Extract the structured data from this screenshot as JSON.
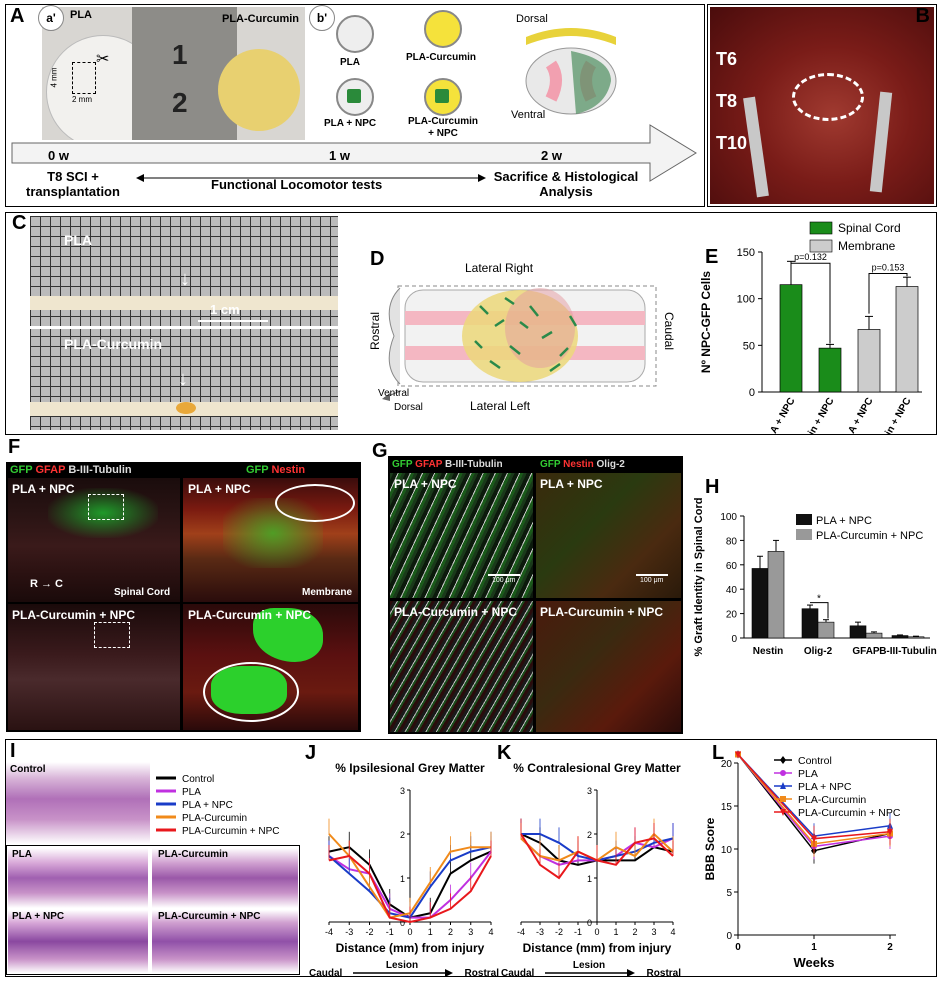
{
  "panelA": {
    "label": "A",
    "sub_a": "a'",
    "sub_b": "b'",
    "pla_photo_label": "PLA",
    "plac_photo_label": "PLA-Curcumin",
    "dim_h": "4 mm",
    "dim_w": "2 mm",
    "ruler_1": "1",
    "ruler_2": "2",
    "disks": [
      "PLA",
      "PLA-Curcumin",
      "PLA + NPC",
      "PLA-Curcumin + NPC"
    ],
    "dorsal": "Dorsal",
    "ventral": "Ventral",
    "timeline": [
      "0 w",
      "1 w",
      "2 w"
    ],
    "t0": "T8 SCI + transplantation",
    "t1": "Functional Locomotor tests",
    "t2": "Sacrifice & Histological Analysis"
  },
  "panelB": {
    "label": "B",
    "levels": [
      "T6",
      "T8",
      "T10"
    ]
  },
  "panelC": {
    "label": "C",
    "top": "PLA",
    "bottom": "PLA-Curcumin",
    "scale": "1 cm"
  },
  "panelD": {
    "label": "D",
    "top": "Lateral Right",
    "bottom": "Lateral Left",
    "left": "Rostral",
    "right": "Caudal",
    "ventral": "Ventral",
    "dorsal": "Dorsal"
  },
  "panelE": {
    "label": "E",
    "legend": [
      "Spinal Cord",
      "Membrane"
    ],
    "p1": "p=0.132",
    "p2": "p=0.153",
    "ylabel": "Nº NPC-GFP Cells",
    "yticks": [
      "0",
      "50",
      "100",
      "150"
    ],
    "xcats": [
      "PLA + NPC",
      "PLA-Curcumin + NPC",
      "PLA + NPC",
      "PLA-Curcumin + NPC"
    ]
  },
  "panelF": {
    "label": "F",
    "h1_gfp": "GFP",
    "h1_gfap": "GFAP",
    "h1_tub": "B-III-Tubulin",
    "h2_gfp": "GFP",
    "h2_nes": "Nestin",
    "tl": "PLA + NPC",
    "tr": "PLA + NPC",
    "bl": "PLA-Curcumin + NPC",
    "br": "PLA-Curcumin + NPC",
    "rc": "R → C",
    "sc": "Spinal Cord",
    "mem": "Membrane"
  },
  "panelG": {
    "label": "G",
    "h1_gfp": "GFP",
    "h1_gfap": "GFAP",
    "h1_tub": "B-III-Tubulin",
    "h2_gfp": "GFP",
    "h2_nes": "Nestin",
    "h2_olig": "Olig-2",
    "tl": "PLA + NPC",
    "tr": "PLA + NPC",
    "bl": "PLA-Curcumin + NPC",
    "br": "PLA-Curcumin + NPC",
    "scale": "100 μm"
  },
  "panelH": {
    "label": "H",
    "legend": [
      "PLA + NPC",
      "PLA-Curcumin + NPC"
    ],
    "ylabel": "% Graft Identity in Spinal Cord",
    "yticks": [
      "0",
      "20",
      "40",
      "60",
      "80",
      "100"
    ],
    "xcats": [
      "Nestin",
      "Olig-2",
      "GFAP",
      "B-III-Tubulin"
    ]
  },
  "panelI": {
    "label": "I",
    "photos": [
      "Control",
      "PLA",
      "PLA-Curcumin",
      "PLA + NPC",
      "PLA-Curcumin + NPC"
    ],
    "legend": [
      "Control",
      "PLA",
      "PLA + NPC",
      "PLA-Curcumin",
      "PLA-Curcumin + NPC"
    ]
  },
  "panelJ": {
    "label": "J",
    "title": "% Ipsilesional Grey Matter",
    "xlabel": "Distance (mm) from injury",
    "caudal": "Caudal",
    "lesion": "Lesion",
    "rostral": "Rostral"
  },
  "panelK": {
    "label": "K",
    "title": "% Contralesional Grey Matter",
    "xlabel": "Distance (mm) from injury",
    "caudal": "Caudal",
    "lesion": "Lesion",
    "rostral": "Rostral"
  },
  "panelL": {
    "label": "L",
    "ylabel": "BBB Score",
    "xlabel": "Weeks",
    "legend": [
      "Control",
      "PLA",
      "PLA + NPC",
      "PLA-Curcumin",
      "PLA-Curcumin + NPC"
    ]
  },
  "colors": {
    "control": "#000000",
    "pla": "#c030e0",
    "pla_npc": "#1a3cc8",
    "plac": "#f08a1a",
    "plac_npc": "#e8181c",
    "green": "#1a8c1a",
    "grey": "#cccccc"
  },
  "chart_data": [
    {
      "type": "bar",
      "categories": [
        "PLA + NPC",
        "PLA-Curcumin + NPC",
        "PLA + NPC",
        "PLA-Curcumin + NPC"
      ],
      "series": [
        {
          "name": "Spinal Cord",
          "values": [
            115,
            47,
            null,
            null
          ],
          "err": [
            25,
            4,
            null,
            null
          ]
        },
        {
          "name": "Membrane",
          "values": [
            null,
            null,
            67,
            113
          ],
          "err": [
            null,
            null,
            14,
            10
          ]
        }
      ],
      "ylabel": "Nº NPC-GFP Cells",
      "ylim": [
        0,
        150
      ]
    },
    {
      "type": "bar",
      "categories": [
        "Nestin",
        "Olig-2",
        "GFAP",
        "B-III-Tubulin"
      ],
      "series": [
        {
          "name": "PLA + NPC",
          "values": [
            57,
            24,
            10,
            2
          ],
          "err": [
            10,
            3,
            3,
            0.5
          ]
        },
        {
          "name": "PLA-Curcumin + NPC",
          "values": [
            71,
            13,
            4,
            1
          ],
          "err": [
            9,
            2,
            1,
            0.5
          ]
        }
      ],
      "ylabel": "% Graft Identity in Spinal Cord",
      "ylim": [
        0,
        100
      ]
    },
    {
      "type": "line",
      "title": "% Ipsilesional Grey Matter",
      "x": [
        -4,
        -3,
        -2,
        -1,
        0,
        1,
        2,
        3,
        4
      ],
      "series": [
        {
          "name": "Control",
          "values": [
            1.6,
            1.7,
            1.3,
            0.4,
            0.1,
            0.2,
            1.1,
            1.4,
            1.6
          ]
        },
        {
          "name": "PLA",
          "values": [
            1.5,
            1.2,
            1.1,
            0.3,
            0.1,
            0.1,
            0.5,
            1.0,
            1.6
          ]
        },
        {
          "name": "PLA + NPC",
          "values": [
            1.5,
            1.1,
            0.7,
            0.2,
            0.1,
            0.8,
            1.4,
            1.6,
            1.7
          ]
        },
        {
          "name": "PLA-Curcumin",
          "values": [
            2.0,
            1.5,
            0.8,
            0.1,
            0.2,
            0.9,
            1.6,
            1.7,
            1.7
          ]
        },
        {
          "name": "PLA-Curcumin + NPC",
          "values": [
            1.4,
            1.5,
            1.1,
            0.1,
            0.0,
            0.1,
            0.3,
            0.7,
            1.5
          ]
        }
      ],
      "xlabel": "Distance (mm) from injury",
      "ylim": [
        0,
        3
      ]
    },
    {
      "type": "line",
      "title": "% Contralesional Grey Matter",
      "x": [
        -4,
        -3,
        -2,
        -1,
        0,
        1,
        2,
        3,
        4
      ],
      "series": [
        {
          "name": "Control",
          "values": [
            2.0,
            1.8,
            1.4,
            1.3,
            1.4,
            1.4,
            1.4,
            1.7,
            1.6
          ]
        },
        {
          "name": "PLA",
          "values": [
            1.9,
            1.5,
            1.3,
            1.4,
            1.4,
            1.5,
            1.8,
            1.7,
            1.9
          ]
        },
        {
          "name": "PLA + NPC",
          "values": [
            2.0,
            2.0,
            1.8,
            1.5,
            1.4,
            1.5,
            1.6,
            1.8,
            1.9
          ]
        },
        {
          "name": "PLA-Curcumin",
          "values": [
            1.9,
            1.5,
            1.4,
            1.6,
            1.4,
            1.7,
            1.5,
            2.0,
            1.6
          ]
        },
        {
          "name": "PLA-Curcumin + NPC",
          "values": [
            2.0,
            1.3,
            1.0,
            1.6,
            1.4,
            1.3,
            1.8,
            1.9,
            1.5
          ]
        }
      ],
      "xlabel": "Distance (mm) from injury",
      "ylim": [
        0,
        3
      ]
    },
    {
      "type": "line",
      "x": [
        0,
        1,
        2
      ],
      "series": [
        {
          "name": "Control",
          "values": [
            21,
            9.8,
            11.8
          ]
        },
        {
          "name": "PLA",
          "values": [
            21,
            10.3,
            11.5
          ]
        },
        {
          "name": "PLA + NPC",
          "values": [
            21,
            11.5,
            12.7
          ]
        },
        {
          "name": "PLA-Curcumin",
          "values": [
            21,
            10.6,
            11.8
          ]
        },
        {
          "name": "PLA-Curcumin + NPC",
          "values": [
            21,
            11.2,
            12.0
          ]
        }
      ],
      "xlabel": "Weeks",
      "ylabel": "BBB Score",
      "ylim": [
        0,
        20
      ],
      "xlim": [
        0,
        2
      ]
    }
  ]
}
